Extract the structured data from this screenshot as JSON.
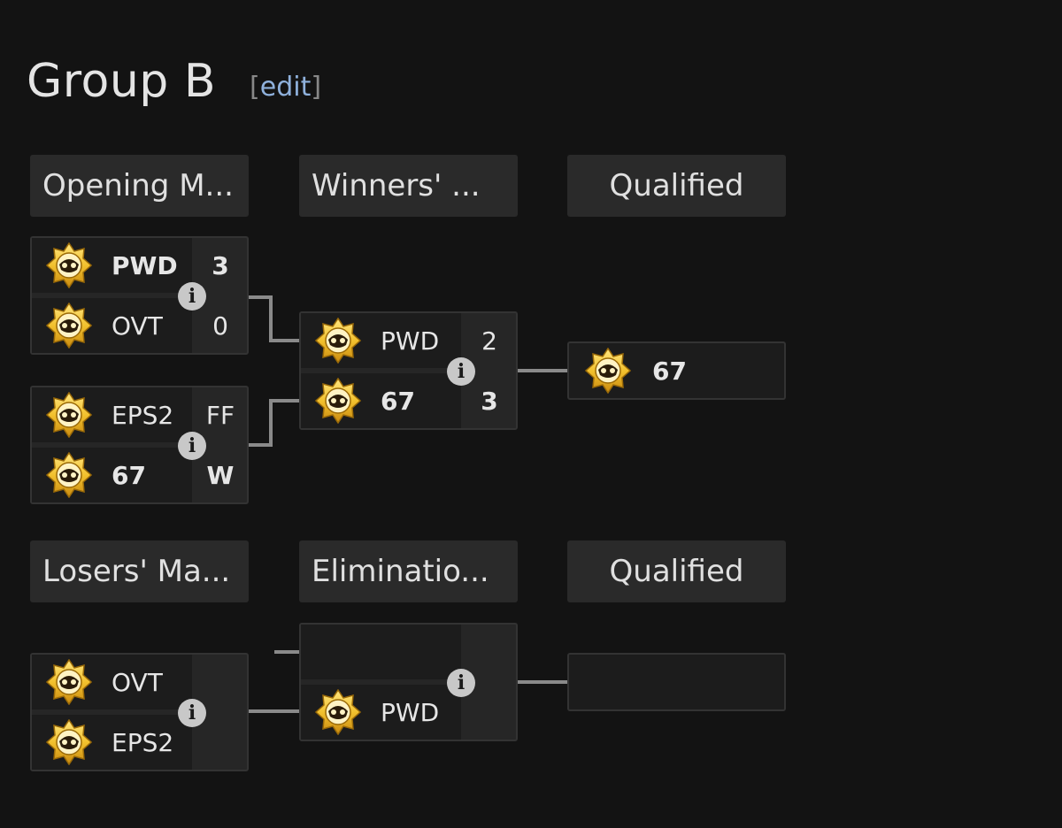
{
  "page": {
    "title": "Group B",
    "edit_open": "[",
    "edit_label": "edit",
    "edit_close": "]"
  },
  "upper": {
    "headers": [
      "Opening M...",
      "Winners' ...",
      "Qualified"
    ],
    "opening_1": {
      "top": {
        "team": "PWD",
        "score": "3",
        "winner": true
      },
      "bottom": {
        "team": "OVT",
        "score": "0",
        "winner": false
      }
    },
    "opening_2": {
      "top": {
        "team": "EPS2",
        "score": "FF",
        "winner": false
      },
      "bottom": {
        "team": "67",
        "score": "W",
        "winner": true
      }
    },
    "winners": {
      "top": {
        "team": "PWD",
        "score": "2",
        "winner": false
      },
      "bottom": {
        "team": "67",
        "score": "3",
        "winner": true
      }
    },
    "qualified": {
      "team": "67"
    }
  },
  "lower": {
    "headers": [
      "Losers' Ma...",
      "Eliminatio...",
      "Qualified"
    ],
    "losers": {
      "top": {
        "team": "OVT",
        "score": ""
      },
      "bottom": {
        "team": "EPS2",
        "score": ""
      }
    },
    "elimination": {
      "top": {
        "team": "",
        "score": ""
      },
      "bottom": {
        "team": "PWD",
        "score": ""
      }
    },
    "qualified": {
      "team": ""
    }
  },
  "icons": {
    "team_logo": "star-badge-icon",
    "info": "info-icon"
  },
  "colors": {
    "background": "#131313",
    "panel": "#262626",
    "row": "#1c1c1c",
    "link": "#8fb1dc",
    "logo_gold": "#f2c12e"
  }
}
